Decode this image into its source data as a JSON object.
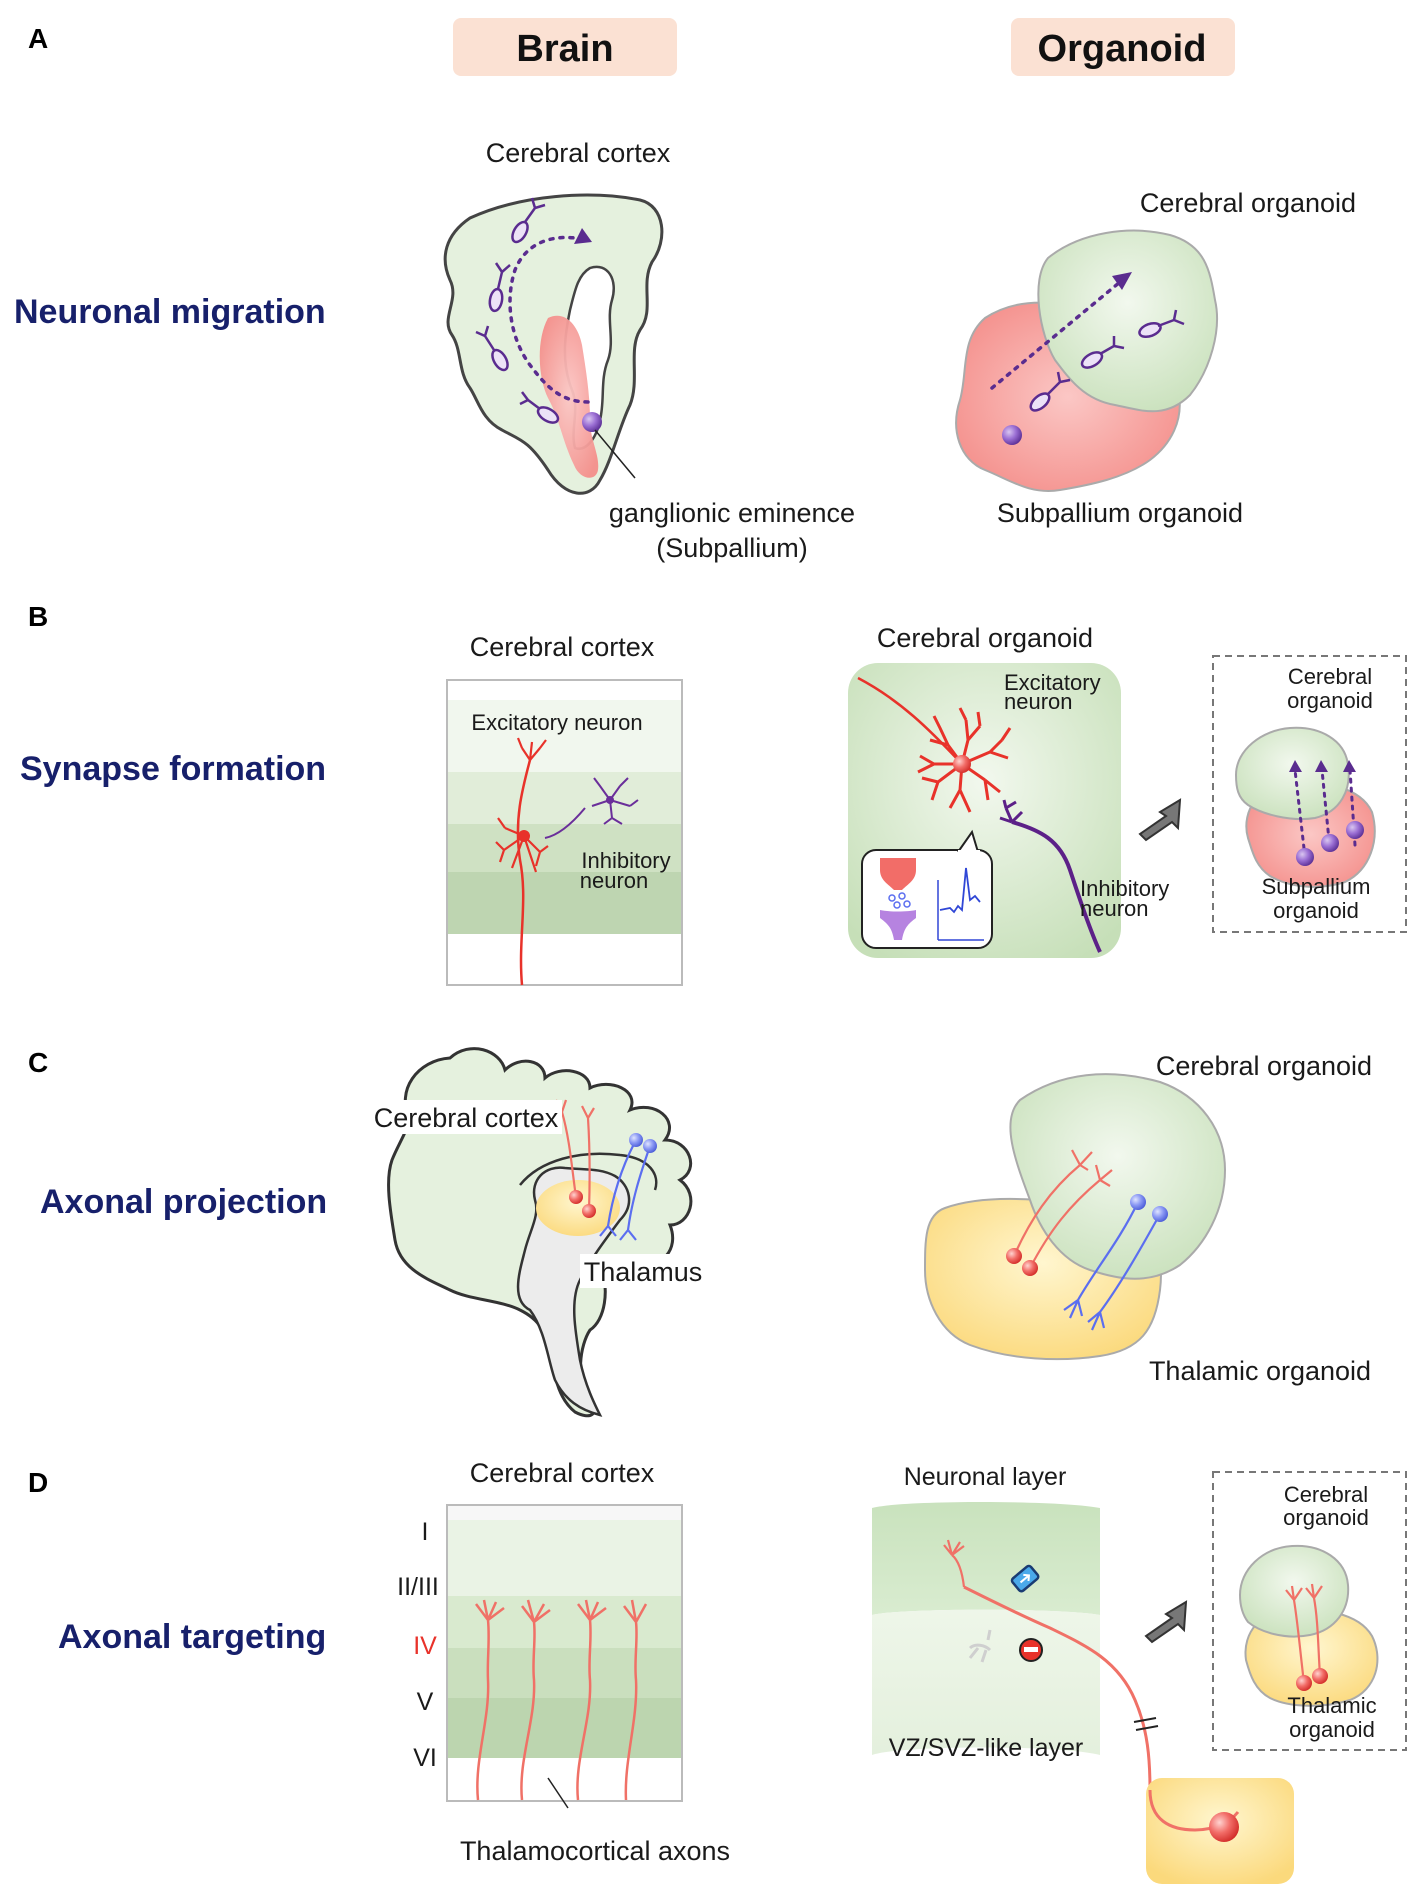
{
  "headers": {
    "brain": "Brain",
    "organoid": "Organoid"
  },
  "panels": [
    {
      "letter": "A",
      "title": "Neuronal migration",
      "brain_labels": [
        "Cerebral cortex",
        "ganglionic eminence",
        "(Subpallium)"
      ],
      "organoid_labels": [
        "Cerebral organoid",
        "Subpallium organoid"
      ]
    },
    {
      "letter": "B",
      "title": "Synapse formation",
      "brain_labels": [
        "Cerebral cortex",
        "Excitatory neuron",
        "Inhibitory",
        "neuron"
      ],
      "organoid_labels": [
        "Cerebral organoid",
        "Excitatory",
        "neuron",
        "Inhibitory",
        "neuron"
      ],
      "inset_labels": [
        "Cerebral",
        "organoid",
        "Subpallium",
        "organoid"
      ]
    },
    {
      "letter": "C",
      "title": "Axonal projection",
      "brain_labels": [
        "Cerebral cortex",
        "Thalamus"
      ],
      "organoid_labels": [
        "Cerebral organoid",
        "Thalamic organoid"
      ]
    },
    {
      "letter": "D",
      "title": "Axonal targeting",
      "brain_labels": [
        "Cerebral cortex",
        "Thalamocortical axons"
      ],
      "layers": [
        "I",
        "II/III",
        "IV",
        "V",
        "VI"
      ],
      "organoid_labels": [
        "Neuronal layer",
        "VZ/SVZ-like layer"
      ],
      "inset_labels": [
        "Cerebral",
        "organoid",
        "Thalamic",
        "organoid"
      ]
    }
  ],
  "colors": {
    "title_text": "#17206b",
    "header_bg": "#fbe1d3",
    "cortex_green": "#e3f0dc",
    "subpallium_red": "#f7aaa8",
    "thalamus_yellow": "#fde59a",
    "excitatory": "#e8322a",
    "inhibitory": "#6a2e9a",
    "thalamic_axon": "#f07167",
    "cortical_axon": "#5b6ef0",
    "layer_iv_label": "#e8322a"
  }
}
